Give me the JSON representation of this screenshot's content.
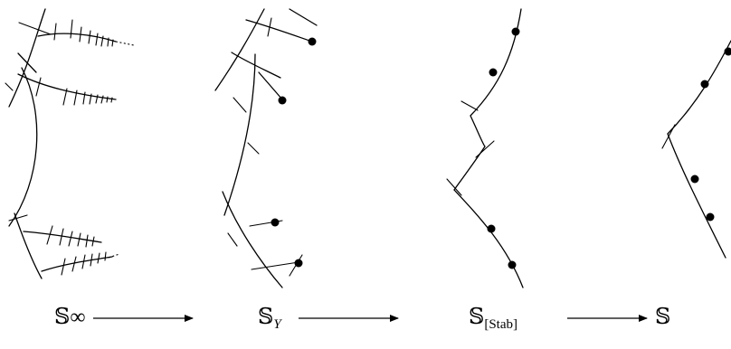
{
  "stages": [
    {
      "id": "s-infinity",
      "symbol": "𝕊",
      "subscript": "∞"
    },
    {
      "id": "s-y",
      "symbol": "𝕊",
      "subscript": "Y"
    },
    {
      "id": "s-stab",
      "symbol": "𝕊",
      "subscript": "[Stab]"
    },
    {
      "id": "s",
      "symbol": "𝕊",
      "subscript": ""
    }
  ]
}
